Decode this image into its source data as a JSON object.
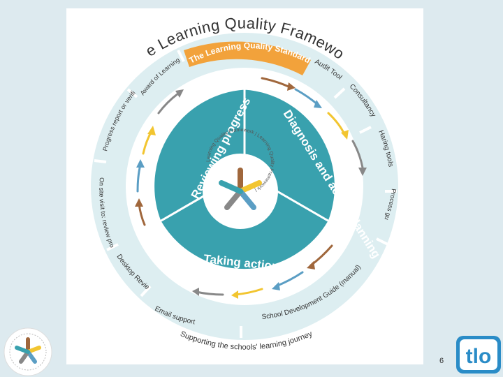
{
  "diagram": {
    "title": "The Learning Quality Framework",
    "standard": "The Learning Quality Standard",
    "outer_labels": [
      "Audit Tool",
      "Consultancy",
      "Haring tools",
      "Process guide (manual)",
      "School Development Guide (manual)",
      "Email support",
      "Desktop Review",
      "On site visit to: review progress or verify level",
      "Progress report or verification report",
      "Award of Learning Quality Mark"
    ],
    "segments": {
      "diagnosis": "Diagnosis and action planning",
      "reviewing": "Reviewing progress",
      "taking_action": "Taking action"
    },
    "center_ring_text": "Learning Quality Framework | Learning Quality Framework |",
    "journey": "Supporting the schools' learning journey"
  },
  "page_number": "6",
  "branding": {
    "tlo_logo": "tlo"
  },
  "colors": {
    "teal": "#39a1ae",
    "ring_light": "#ddeef1",
    "orange": "#f2a23b",
    "arrow_brown": "#a0673c",
    "arrow_blue": "#5b9ec4",
    "arrow_yellow": "#f2c530",
    "arrow_grey": "#888888",
    "tlo_blue": "#2a8cc7",
    "background": "#ddeaef"
  }
}
